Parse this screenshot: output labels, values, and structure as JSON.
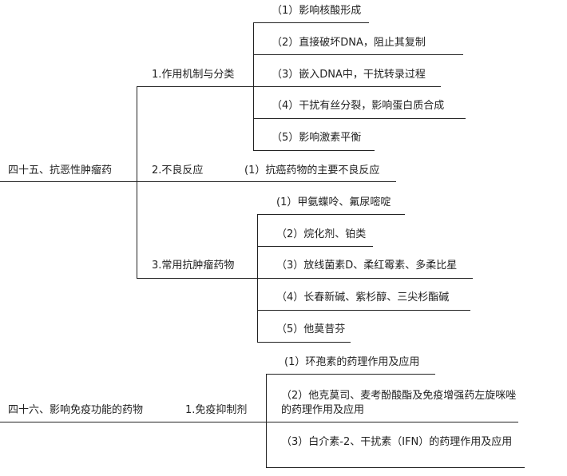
{
  "sections": [
    {
      "title": "四十五、抗恶性肿瘤药",
      "categories": [
        {
          "label": "1.作用机制与分类",
          "items": [
            "（1）影响核酸形成",
            "（2）直接破坏DNA，阻止其复制",
            "（3）嵌入DNA中，干扰转录过程",
            "（4）干扰有丝分裂，影响蛋白质合成",
            "（5）影响激素平衡"
          ]
        },
        {
          "label": "2.不良反应",
          "items": [
            "(1）抗癌药物的主要不良反应"
          ]
        },
        {
          "label": "3.常用抗肿瘤药物",
          "items": [
            "(1）甲氨蝶呤、氟尿嘧啶",
            "（2）烷化剂、铂类",
            "（3）放线菌素D、柔红霉素、多柔比星",
            "（4）长春新碱、紫杉醇、三尖杉酯碱",
            "（5）他莫昔芬"
          ]
        }
      ]
    },
    {
      "title": "四十六、影响免疫功能的药物",
      "categories": [
        {
          "label": "1.免疫抑制剂",
          "items": [
            "(1）环孢素的药理作用及应用",
            "（2）他克莫司、麦考酚酸酯及免疫增强药左旋咪唑的药理作用及应用",
            "（3）白介素-2、干扰素（IFN）的药理作用及应用"
          ]
        }
      ]
    }
  ]
}
